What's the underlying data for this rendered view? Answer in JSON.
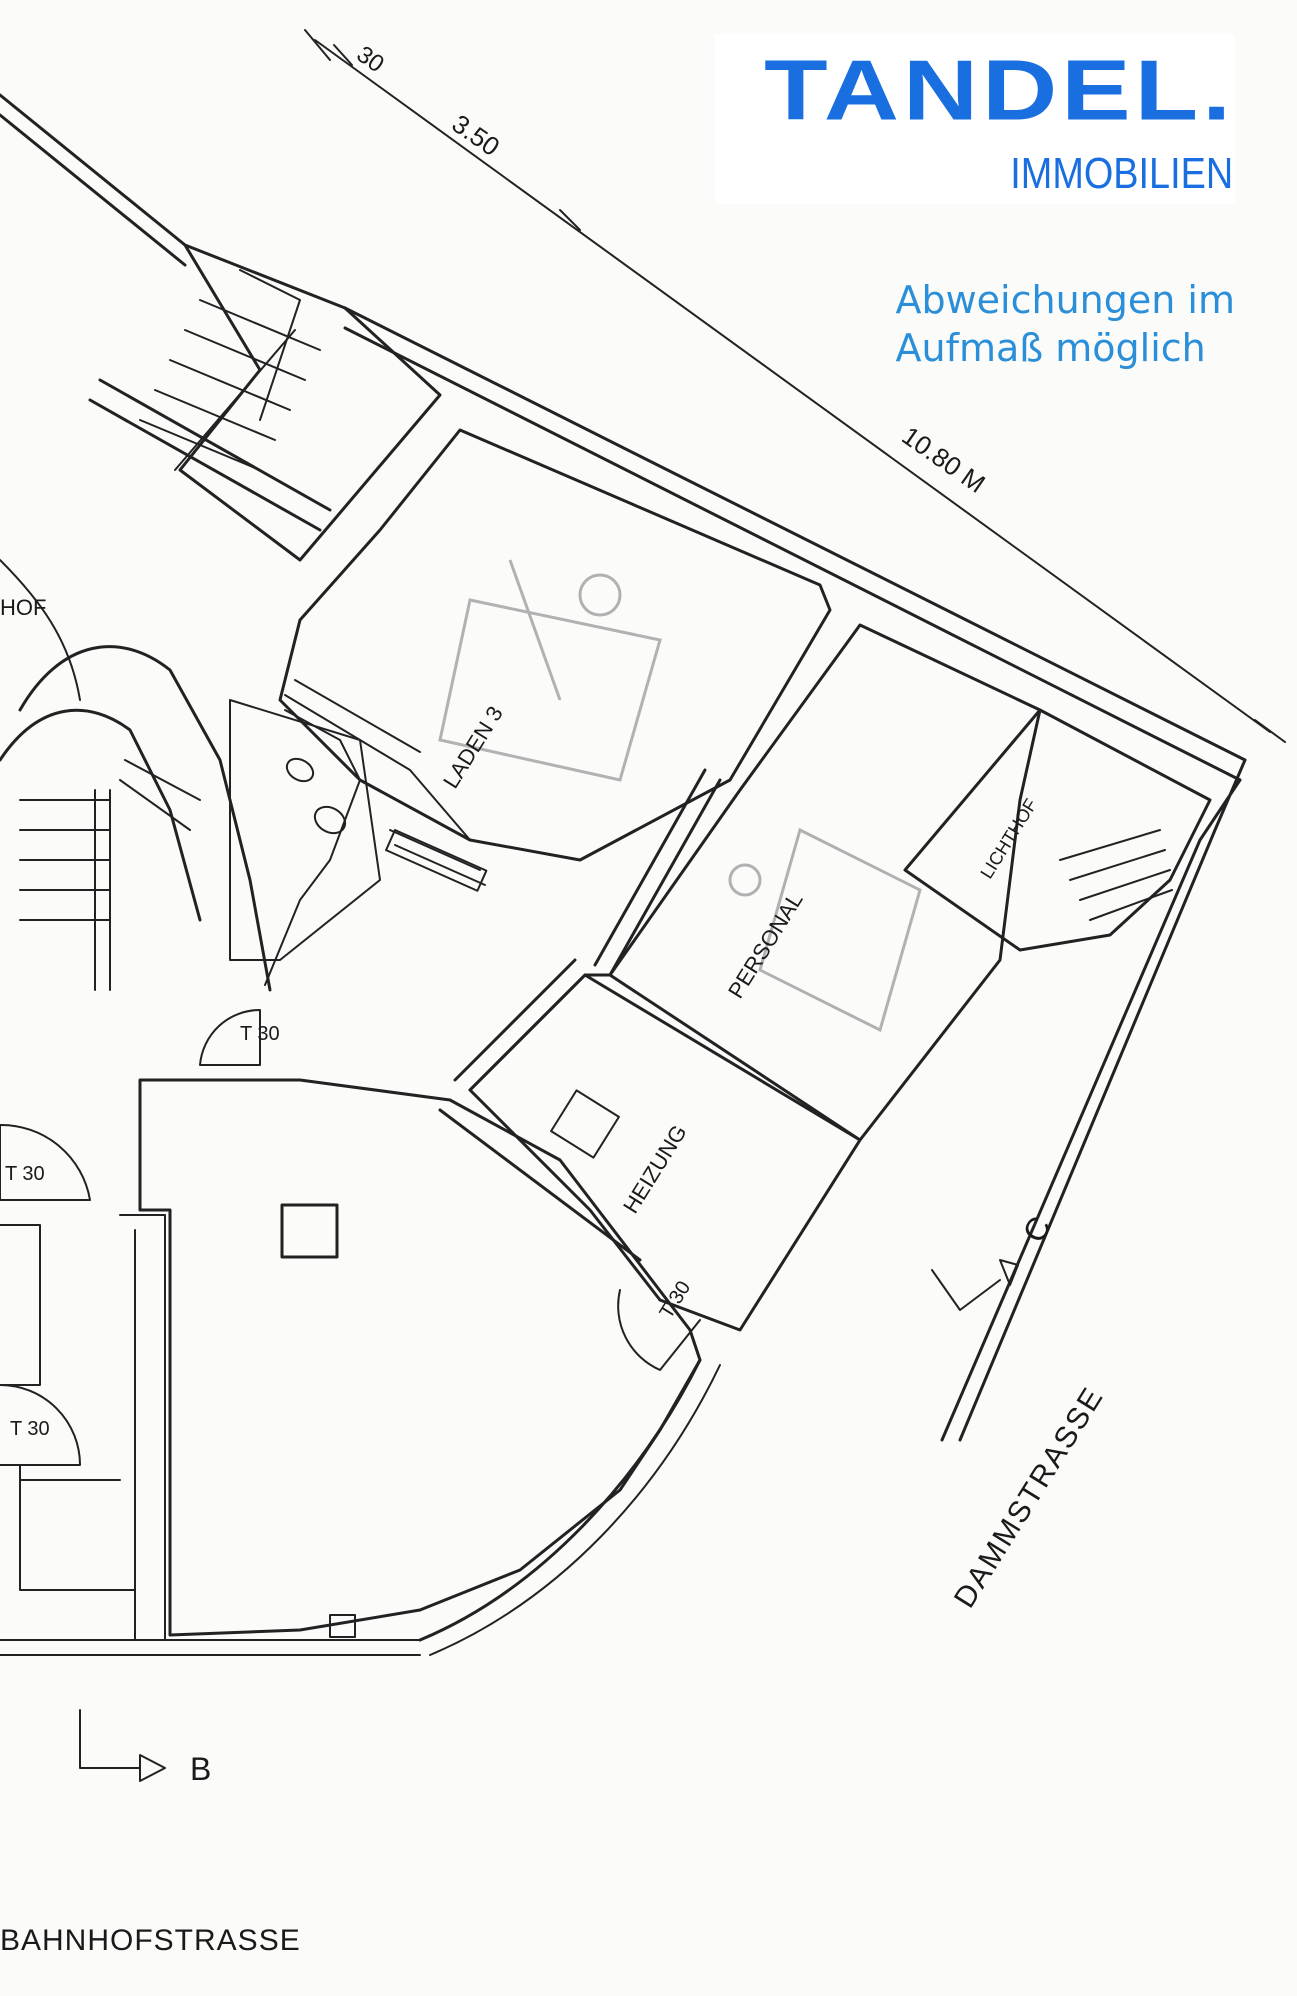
{
  "logo": {
    "brand": "TANDEL.",
    "subtitle": "IMMOBILIEN",
    "color": "#1a6fe0"
  },
  "note": {
    "line1": "Abweichungen im",
    "line2": "Aufmaß möglich",
    "color": "#2a8fd8"
  },
  "dimensions": {
    "d1": "30",
    "d2": "3.50",
    "d3": "10.80 M"
  },
  "rooms": {
    "laden": "LADEN 3",
    "personal": "PERSONAL",
    "lichthof": "LICHTHOF",
    "heizung": "HEIZUNG",
    "hof_partial": "HOF"
  },
  "doors": {
    "t30": "T 30"
  },
  "sections": {
    "b": "B",
    "c": "C"
  },
  "streets": {
    "dammstrasse": "DAMMSTRASSE",
    "bahnhofstrasse": "BAHNHOFSTRASSE"
  }
}
